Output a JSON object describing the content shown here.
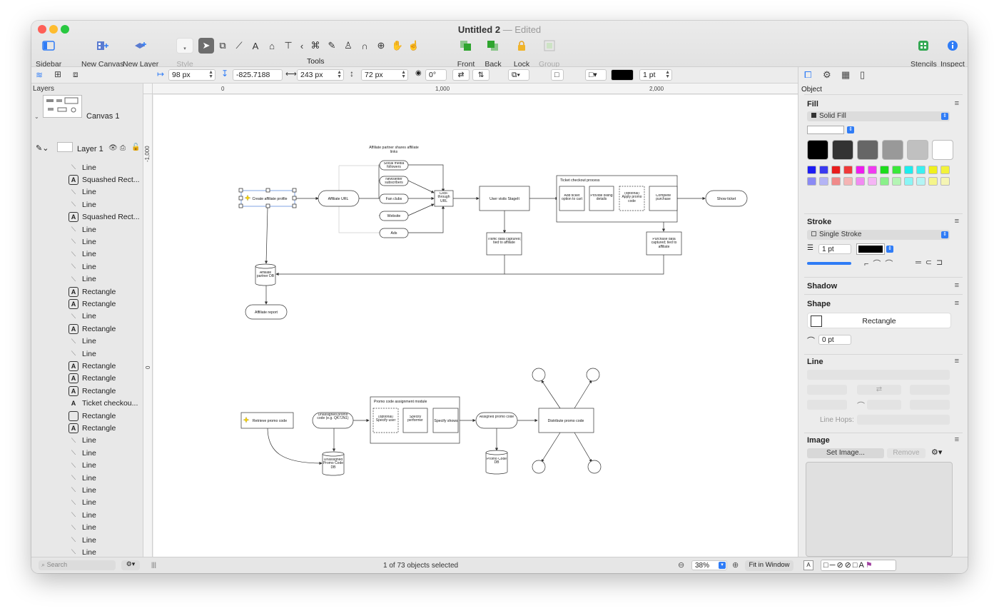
{
  "window": {
    "title": "Untitled 2",
    "edited": "— Edited"
  },
  "toolbar": {
    "sidebar": "Sidebar",
    "new_canvas": "New Canvas",
    "new_layer": "New Layer",
    "style": "Style",
    "tools": "Tools",
    "front": "Front",
    "back": "Back",
    "lock": "Lock",
    "group": "Group",
    "stencils": "Stencils",
    "inspect": "Inspect"
  },
  "inspector_bar": {
    "x": "98 px",
    "y": "-825.7188 px",
    "width": "243 px",
    "height": "72 px",
    "rotation": "0°",
    "stroke_width": "1 pt"
  },
  "sidebar": {
    "header": "Layers",
    "canvas_name": "Canvas 1",
    "layer_name": "Layer 1",
    "search_placeholder": "Search",
    "items": [
      {
        "label": "Line",
        "icon": "line"
      },
      {
        "label": "Squashed Rect...",
        "icon": "A"
      },
      {
        "label": "Line",
        "icon": "line"
      },
      {
        "label": "Line",
        "icon": "line"
      },
      {
        "label": "Squashed Rect...",
        "icon": "A"
      },
      {
        "label": "Line",
        "icon": "line"
      },
      {
        "label": "Line",
        "icon": "line"
      },
      {
        "label": "Line",
        "icon": "line"
      },
      {
        "label": "Line",
        "icon": "line"
      },
      {
        "label": "Line",
        "icon": "line"
      },
      {
        "label": "Rectangle",
        "icon": "A"
      },
      {
        "label": "Rectangle",
        "icon": "A"
      },
      {
        "label": "Line",
        "icon": "line"
      },
      {
        "label": "Rectangle",
        "icon": "A"
      },
      {
        "label": "Line",
        "icon": "line"
      },
      {
        "label": "Line",
        "icon": "line"
      },
      {
        "label": "Rectangle",
        "icon": "A"
      },
      {
        "label": "Rectangle",
        "icon": "A"
      },
      {
        "label": "Rectangle",
        "icon": "A"
      },
      {
        "label": "Ticket checkou...",
        "icon": "textA"
      },
      {
        "label": "Rectangle",
        "icon": "box"
      },
      {
        "label": "Rectangle",
        "icon": "A"
      },
      {
        "label": "Line",
        "icon": "line"
      },
      {
        "label": "Line",
        "icon": "line"
      },
      {
        "label": "Line",
        "icon": "line"
      },
      {
        "label": "Line",
        "icon": "line"
      },
      {
        "label": "Line",
        "icon": "line"
      },
      {
        "label": "Line",
        "icon": "line"
      },
      {
        "label": "Line",
        "icon": "line"
      },
      {
        "label": "Line",
        "icon": "line"
      },
      {
        "label": "Line",
        "icon": "line"
      },
      {
        "label": "Line",
        "icon": "line"
      }
    ]
  },
  "rulers": {
    "top": [
      "0",
      "1,000",
      "2,000"
    ],
    "left": [
      "-1,000",
      "0"
    ]
  },
  "diagram": {
    "create_affiliate_profile": "Create affiliate profile",
    "affiliate_url": "Affiliate URL",
    "partner_shares": "Affiliate partner shares affiliate links",
    "social_media": "Social media followers",
    "newsletter": "Newsletter subscribers",
    "fan_clubs": "Fan clubs",
    "website": "Website",
    "ads": "Ads",
    "click_through": "Click-through URL",
    "user_visits": "User visits StageIt",
    "ticket_checkout": "Ticket checkout process",
    "add_ticket": "Add ticket option to cart",
    "billing": "Provide billing details",
    "apply_promo": "(optional) Apply promo code",
    "complete_purchase": "Complete purchase",
    "show_ticket": "Show ticket",
    "traffic_data": "Traffic data captured; tied to affiliate",
    "purchase_data": "Purchase data captured; tied to affiliate",
    "affiliate_db": "Affiliate partner DB",
    "affiliate_report": "Affiliate report",
    "retrieve_promo": "Retrieve promo code",
    "unassigned_promo": "Unassigned promo code (e.g. QK7JN1)",
    "unassigned_db": "Unassigned Promo Code DB",
    "promo_module": "Promo code assignment module",
    "specify_user": "(optional) Specify user",
    "specify_performer": "Specify performer",
    "specify_shows": "Specify shows",
    "assigned_promo": "Assigned promo code",
    "promo_db": "Promo Code DB",
    "distribute_promo": "Distribute promo code"
  },
  "inspector": {
    "tab": "Object",
    "fill": "Fill",
    "fill_type": "Solid Fill",
    "stroke": "Stroke",
    "stroke_type": "Single Stroke",
    "stroke_width": "1 pt",
    "shadow": "Shadow",
    "shape": "Shape",
    "shape_name": "Rectangle",
    "corner_radius": "0 pt",
    "line": "Line",
    "line_hops": "Line Hops:",
    "image": "Image",
    "set_image": "Set Image...",
    "remove": "Remove",
    "swatches_large": [
      "#000000",
      "#333333",
      "#666666",
      "#999999",
      "#c0c0c0",
      "#ffffff"
    ],
    "swatches_row1": [
      "#1c1cf5",
      "#3a3af0",
      "#e81c1c",
      "#ef3a3a",
      "#ee1cee",
      "#f03af0",
      "#1cdc1c",
      "#3ae83a",
      "#1cedee",
      "#3af0f0",
      "#f0f01c",
      "#f2f23a"
    ],
    "swatches_row2": [
      "#8a8af5",
      "#b4b4f5",
      "#f08a8a",
      "#f5b4b4",
      "#f28af2",
      "#f5b4f5",
      "#8af08a",
      "#b4f5b4",
      "#8af5f5",
      "#b4f5f5",
      "#f5f58a",
      "#f5f5b4"
    ]
  },
  "status": {
    "selection": "1 of 73 objects selected",
    "zoom": "38%",
    "fit": "Fit in Window"
  }
}
